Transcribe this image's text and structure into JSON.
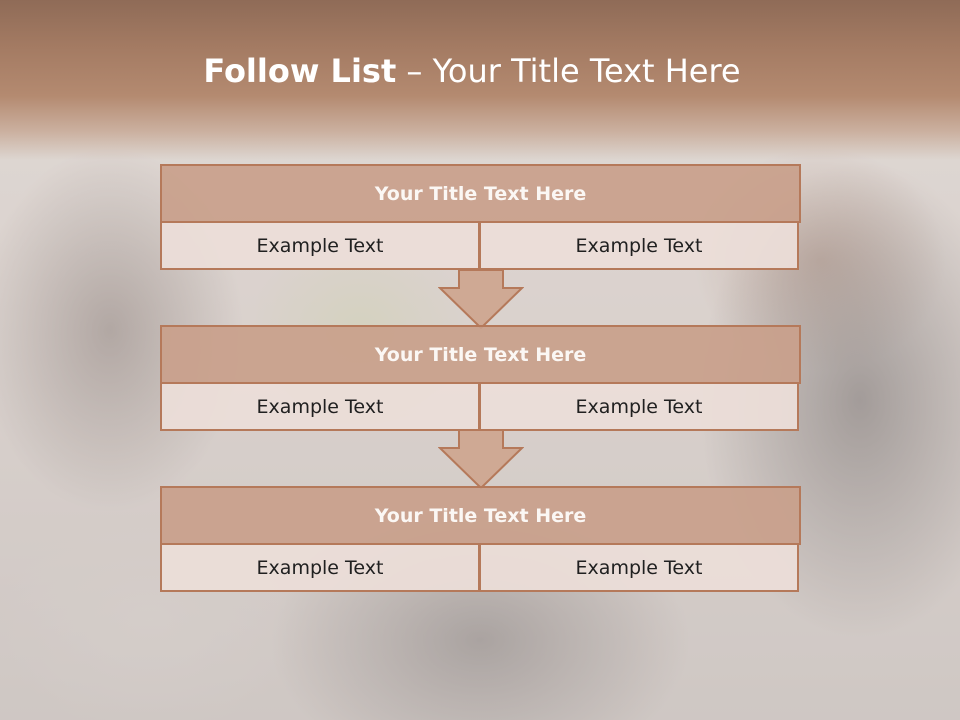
{
  "title": {
    "bold": "Follow List",
    "rest": " – Your Title Text Here"
  },
  "blocks": [
    {
      "header": "Your Title Text Here",
      "left": "Example Text",
      "right": "Example Text"
    },
    {
      "header": "Your Title Text Here",
      "left": "Example Text",
      "right": "Example Text"
    },
    {
      "header": "Your Title Text Here",
      "left": "Example Text",
      "right": "Example Text"
    }
  ],
  "colors": {
    "header_fill": "#c9a08b",
    "border": "#b5795a",
    "cell_fill": "#ecded8",
    "title_band": "#a47b63"
  }
}
